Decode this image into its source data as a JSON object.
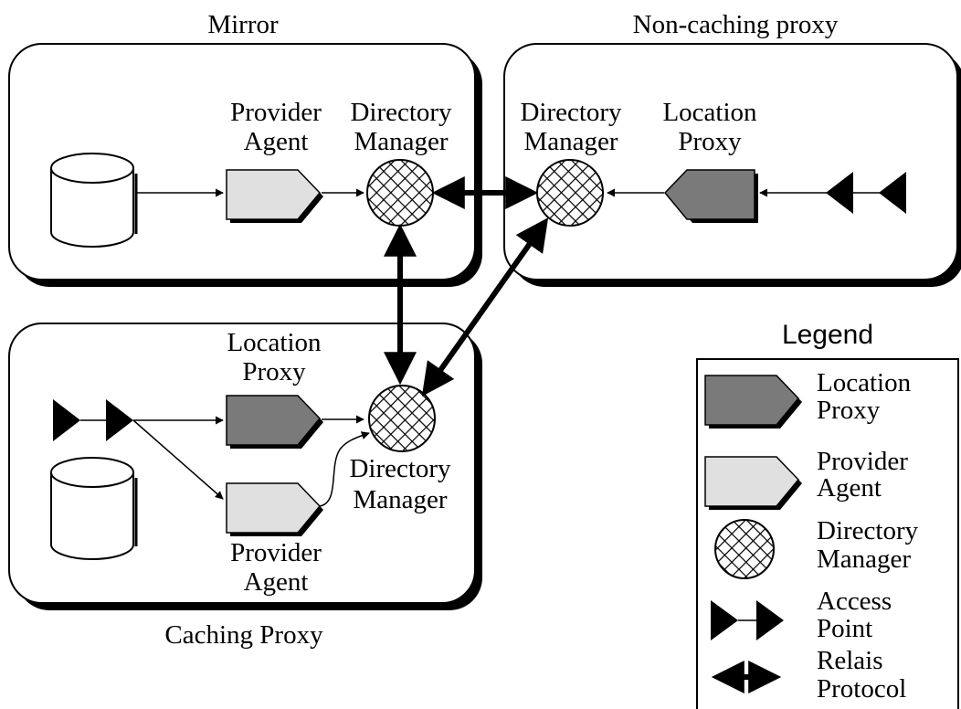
{
  "colors": {
    "ink": "#000000",
    "paper": "#ffffff",
    "location_proxy_fill": "#7a7a7a",
    "provider_agent_fill": "#e0e0e0",
    "shadow": "#000000"
  },
  "regions": {
    "mirror": {
      "title": "Mirror"
    },
    "non_caching_proxy": {
      "title": "Non-caching proxy"
    },
    "caching_proxy": {
      "title": "Caching Proxy"
    }
  },
  "components": {
    "mirror_provider_agent": {
      "line1": "Provider",
      "line2": "Agent",
      "icon": "provider-agent-icon"
    },
    "mirror_directory_manager": {
      "line1": "Directory",
      "line2": "Manager",
      "icon": "directory-manager-icon"
    },
    "noncaching_directory_manager": {
      "line1": "Directory",
      "line2": "Manager",
      "icon": "directory-manager-icon"
    },
    "noncaching_location_proxy": {
      "line1": "Location",
      "line2": "Proxy",
      "icon": "location-proxy-icon"
    },
    "caching_location_proxy": {
      "line1": "Location",
      "line2": "Proxy",
      "icon": "location-proxy-icon"
    },
    "caching_directory_manager": {
      "line1": "Directory",
      "line2": "Manager",
      "icon": "directory-manager-icon"
    },
    "caching_provider_agent": {
      "line1": "Provider",
      "line2": "Agent",
      "icon": "provider-agent-icon"
    }
  },
  "legend": {
    "title": "Legend",
    "items": [
      {
        "line1": "Location",
        "line2": "Proxy",
        "icon": "location-proxy-icon"
      },
      {
        "line1": "Provider",
        "line2": "Agent",
        "icon": "provider-agent-icon"
      },
      {
        "line1": "Directory",
        "line2": "Manager",
        "icon": "directory-manager-icon"
      },
      {
        "line1": "Access",
        "line2": "Point",
        "icon": "access-point-icon"
      },
      {
        "line1": "Relais",
        "line2": "Protocol",
        "icon": "relais-protocol-icon"
      }
    ]
  }
}
